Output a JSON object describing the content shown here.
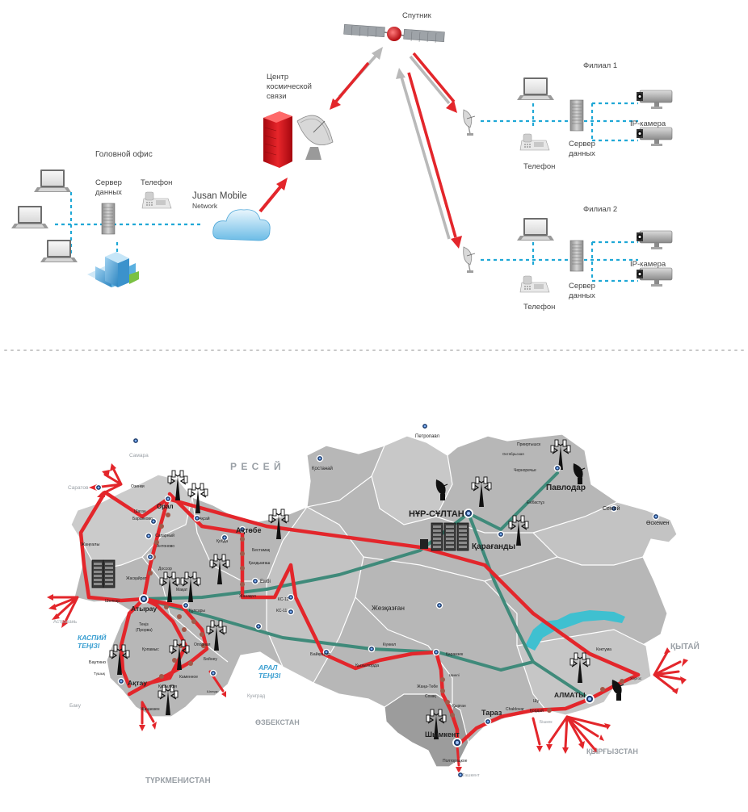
{
  "top": {
    "satellite": "Спутник",
    "space_center": [
      "Центр",
      "космической",
      "связи"
    ],
    "head_office": "Головной офис",
    "server": [
      "Сервер",
      "данных"
    ],
    "phone": "Телефон",
    "network_name": "Jusan Mobile",
    "network_sub": "Network",
    "branch1": "Филиал 1",
    "branch2": "Филиал 2",
    "ip_camera": "IP-камера"
  },
  "map": {
    "country_labels": {
      "russia": "Р Е С Е Й",
      "china": "ҚЫТАЙ",
      "kyrgyzstan": "ҚЫРҒЫЗСТАН",
      "uzbekistan": "ӨЗБЕКСТАН",
      "turkmenistan": "ТҮРКМЕНИСТАН"
    },
    "seas": {
      "caspian": [
        "КАСПИЙ",
        "ТЕҢІЗІ"
      ],
      "aral": [
        "АРАЛ",
        "ТЕҢІЗІ"
      ]
    },
    "major_cities": {
      "nursultan": "НҰР-СҰЛТАН",
      "karaganda": "Қарағанды",
      "pavlodar": "Павлодар",
      "aktobe": "Ақтөбе",
      "atyrau": "Атырау",
      "aktau": "Ақтау",
      "shymkent": "Шымкент",
      "taraz": "Тараз",
      "almaty": "АЛМАТЫ",
      "oral": "Орал",
      "zhezkazgan": "Жезқазған",
      "semey": "Семей",
      "oskemen": "Өскемен",
      "kostanai": "Қостанай",
      "petropavl": "Петропавл"
    },
    "foreign_cities": {
      "samara": "Самара",
      "saratov": "Саратов",
      "astrakhan": "Астрахань",
      "baku": "Баку",
      "tashkent": "Ташкент",
      "kungrad": "Кунград",
      "kyzylorda": "Қызылорда",
      "baikonur": "Байқоңыр"
    },
    "small_cities": {
      "ozinki": "Озинки",
      "shagan": "Шаган",
      "barankovo": "Баранково",
      "zhangaly": "Жаңғалы",
      "saparny": "Сапарный",
      "antonovo": "Антоново",
      "aksai": "Ақсай",
      "kobda": "Қобда",
      "bestamak": "Бестамақ",
      "kandyagash": "Қандыағаш",
      "embi": "Ембі",
      "zhanakol": "Жанақол",
      "ks12": "КС-12",
      "ks11": "КС-11",
      "makat": "Мақат",
      "dossor": "Доссор",
      "tengiz": [
        "Теңіз",
        "(Прорва)"
      ],
      "kulsary": "Құлсары",
      "opornaya": "Опорная",
      "beineu": "Бейнеу",
      "kamennoe": "Каменное",
      "kyzylkia": "Қызылқия",
      "zhanaozen": "Жаңаөзен",
      "bautino": "Баутино",
      "tuschik": "Түшық",
      "kopamys": "Қопамыс",
      "shalkar": "Шалқар",
      "kunkol": "Күнкөл",
      "karaozek": "Қараөзек",
      "shieli": "Шиелі",
      "zhanatobe": "Жаңа-Төбе",
      "sozak": "Созақ",
      "kyrgan": "Қырған",
      "chaldovar": "Chaldovar",
      "bishkek": "Бішкек",
      "kordai": "Қордай",
      "shu": "Шу",
      "poltoratskoe": "Полторацкое",
      "koktuma": "Көктұма",
      "ekibastuz": "Екібастұз",
      "chernorechye": "Черноречье",
      "priirtyshsk": "Прииртышск",
      "oktyabrsk": "Октябрьская",
      "khorgos": "Хоргос",
      "aktobe2": "Жасқайрат",
      "chelkar": "Шелкар"
    },
    "colors": {
      "land": "#b7b7b7",
      "land_light": "#cdcdcd",
      "border": "#ffffff",
      "red_route": "#e3262b",
      "green_route": "#3f8a7a",
      "water": "#3fc0d0"
    }
  }
}
